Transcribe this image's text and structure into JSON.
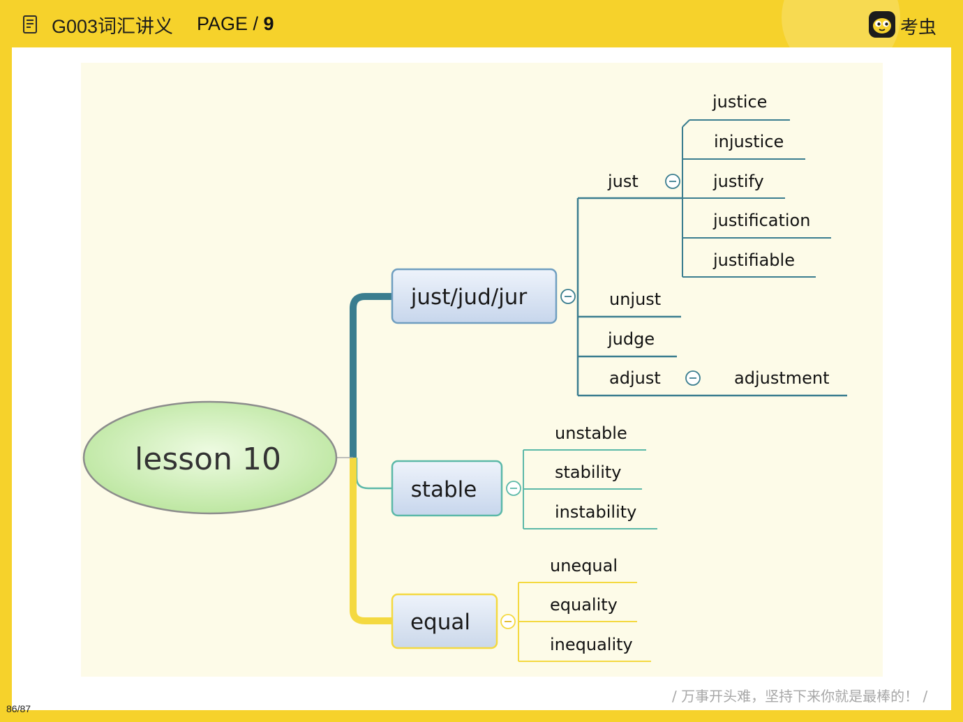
{
  "header": {
    "doc_title": "G003词汇讲义",
    "page_prefix": "PAGE / ",
    "page_total": "9",
    "brand_name": "考虫"
  },
  "mindmap": {
    "root": "lesson 10",
    "branches": [
      {
        "label": "just/jud/jur",
        "children": [
          {
            "label": "just",
            "children": [
              "justice",
              "injustice",
              "justify",
              "justification",
              "justifiable"
            ]
          },
          {
            "label": "unjust"
          },
          {
            "label": "judge"
          },
          {
            "label": "adjust",
            "children": [
              "adjustment"
            ]
          }
        ]
      },
      {
        "label": "stable",
        "children": [
          "unstable",
          "stability",
          "instability"
        ]
      },
      {
        "label": "equal",
        "children": [
          "unequal",
          "equality",
          "inequality"
        ]
      }
    ]
  },
  "footer": {
    "motto": "/ 万事开头难，坚持下来你就是最棒的！ /",
    "page_counter": "86/87"
  },
  "colors": {
    "background": "#f6d22b",
    "card": "#ffffff",
    "slide": "#fdfbe8",
    "teal_line": "#3a7d8f",
    "green_line": "#5bb8a8",
    "yellow_line": "#f4d940",
    "root_fill": "#c9ecb0"
  }
}
